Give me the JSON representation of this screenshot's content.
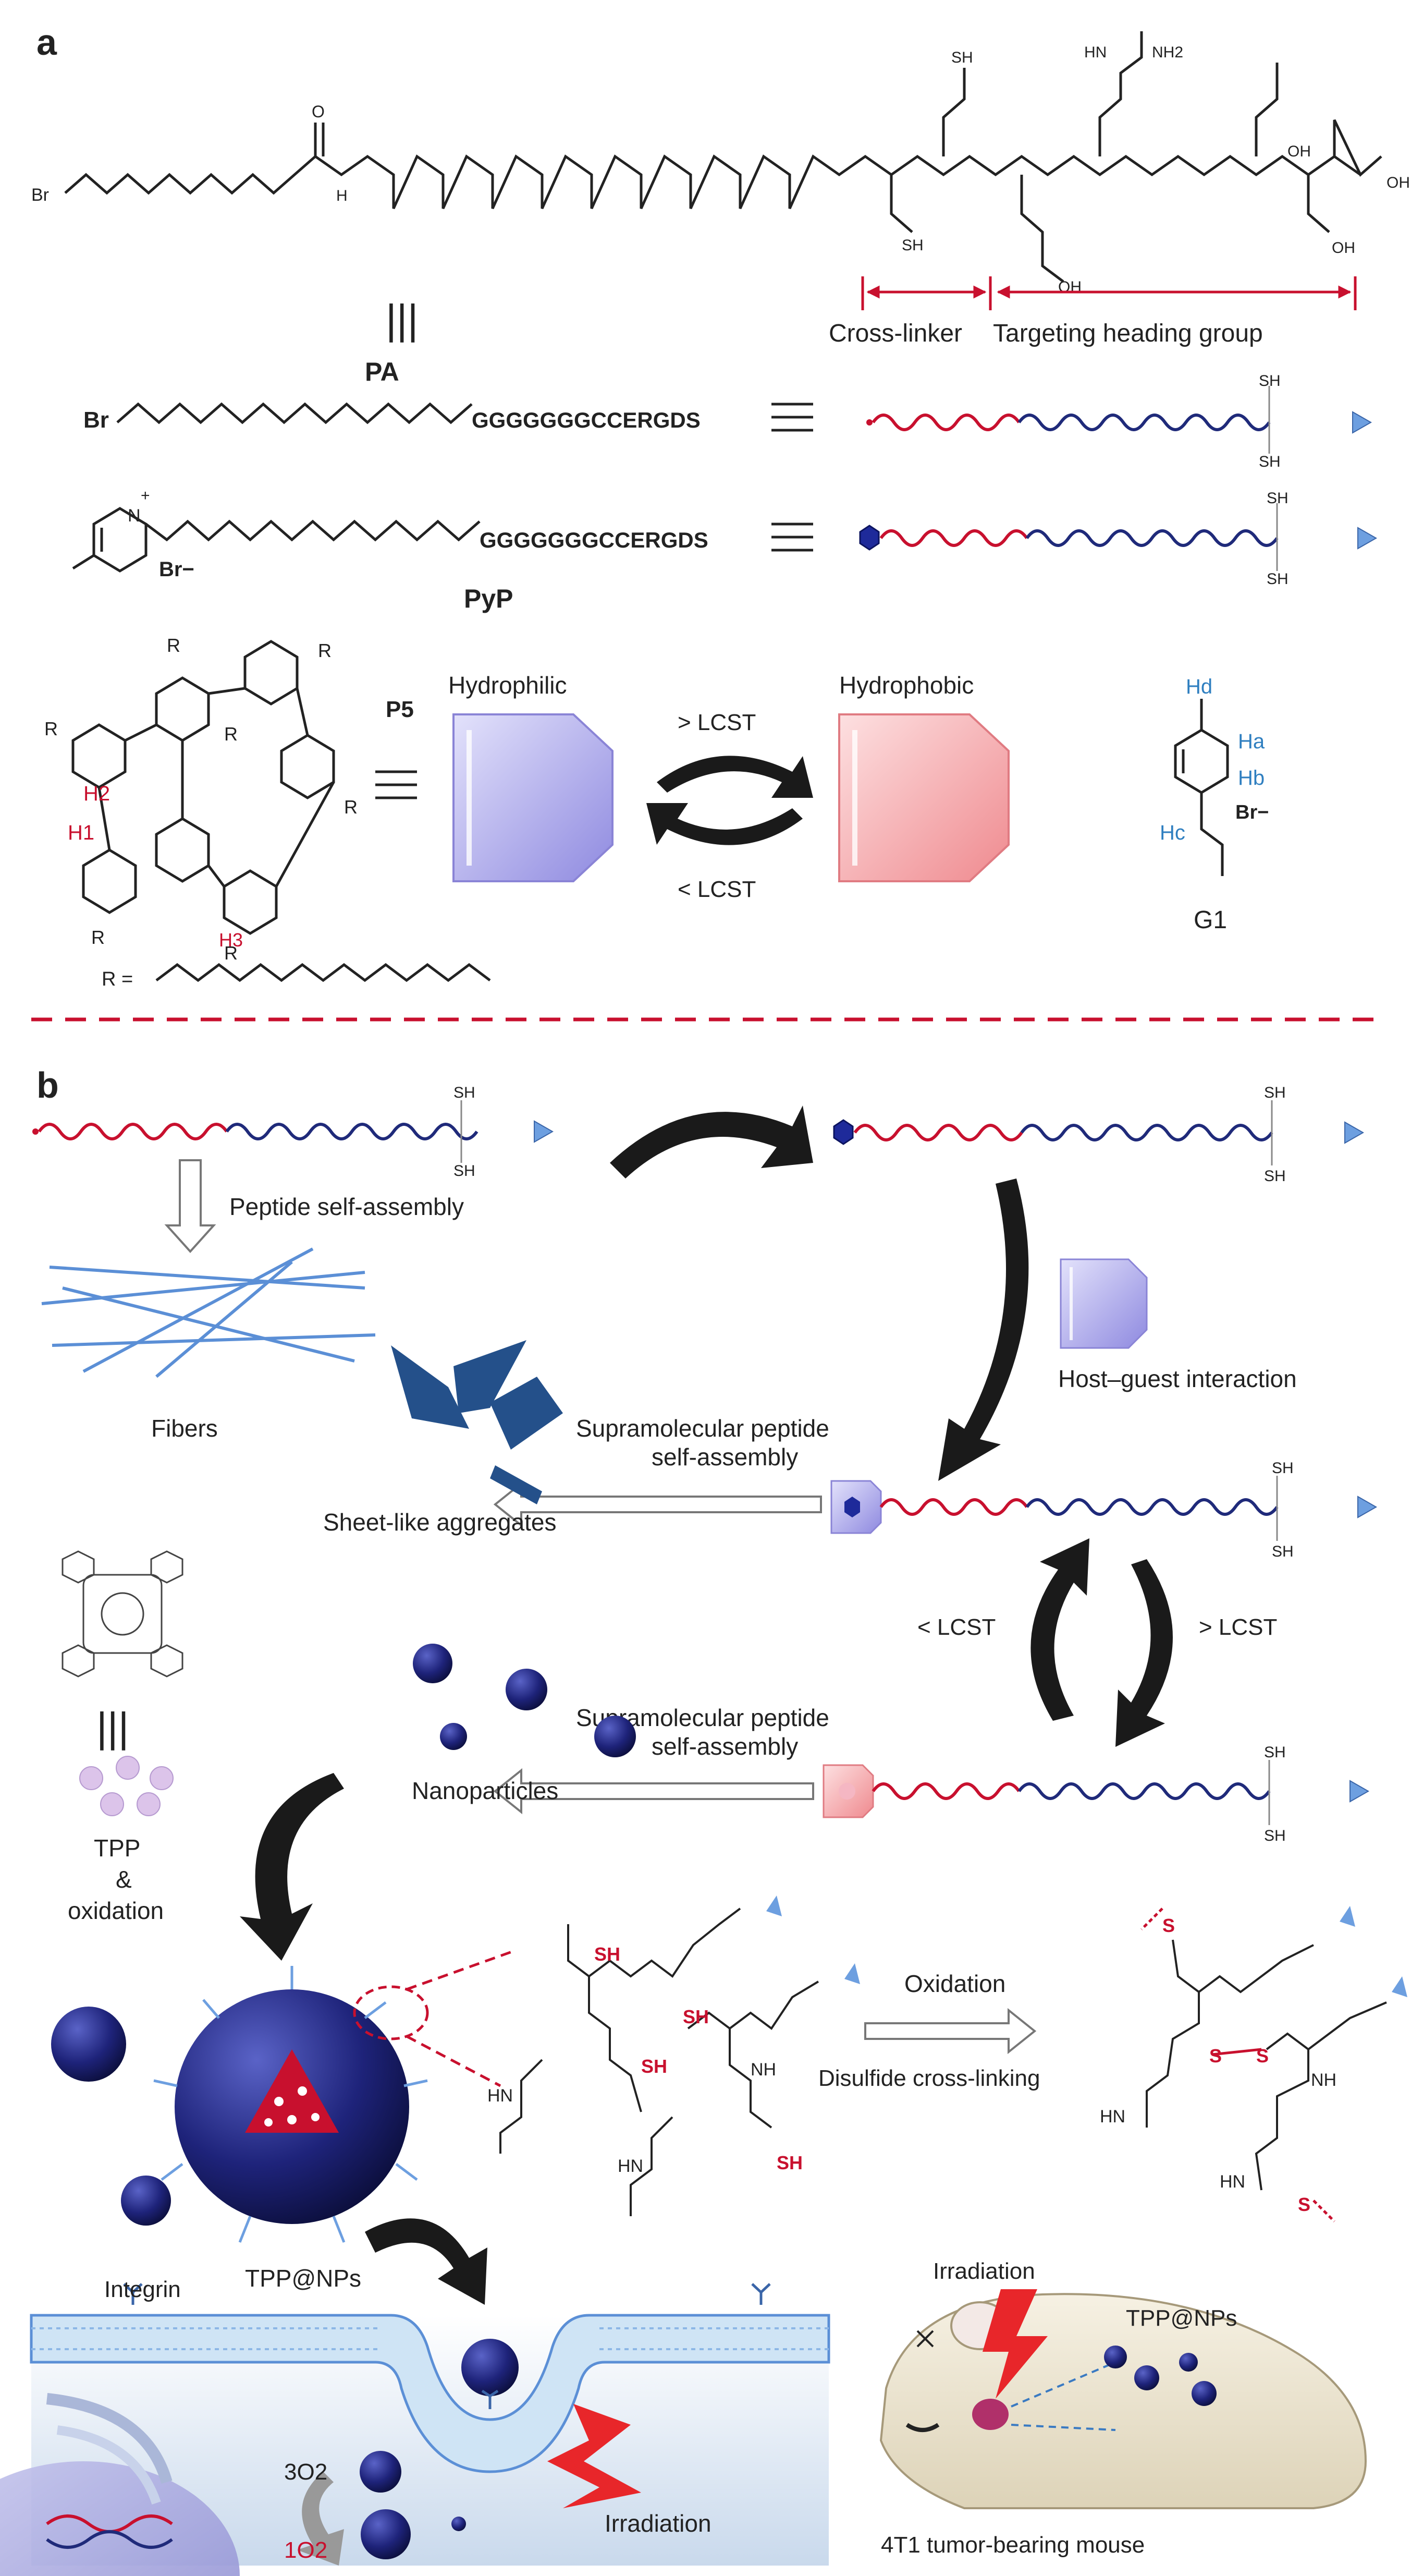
{
  "panel_a": {
    "label": "a",
    "br": "Br",
    "nh": "H",
    "nn": "N",
    "o": "O",
    "sh": "SH",
    "oh": "OH",
    "hn_nh2": "HN",
    "nh2": "NH2",
    "triple_bar": "|||",
    "cross_linker": "Cross-linker",
    "targeting": "Targeting heading group",
    "pa": "PA",
    "pa_br": "Br",
    "pa_seq": "GGGGGGGCCERGDS",
    "pyp_seq": "GGGGGGGCCERGDS",
    "pyp_plus": "+",
    "pyp_n": "N",
    "pyp_br": "Br−",
    "pyp": "PyP",
    "p5": "P5",
    "r": "R",
    "h1": "H1",
    "h2": "H2",
    "h3": "H3",
    "r_eq": "R =",
    "hydrophilic": "Hydrophilic",
    "hydrophobic": "Hydrophobic",
    "gt_lcst": "> LCST",
    "lt_lcst": "< LCST",
    "ha": "Ha",
    "hb": "Hb",
    "hc": "Hc",
    "hd": "Hd",
    "g1_br": "Br−",
    "g1": "G1"
  },
  "panel_b": {
    "label": "b",
    "sh": "SH",
    "peptide_self_assembly": "Peptide self-assembly",
    "fibers": "Fibers",
    "host_guest": "Host–guest interaction",
    "supra_line1": "Supramolecular peptide",
    "supra_line2": "self-assembly",
    "sheet": "Sheet-like aggregates",
    "lt_lcst": "< LCST",
    "gt_lcst": "> LCST",
    "nanoparticles": "Nanoparticles",
    "triple_bar": "|||",
    "tpp": "TPP",
    "amp": "&",
    "oxidation_l": "oxidation",
    "oxidation": "Oxidation",
    "disulfide": "Disulfide cross-linking",
    "s": "S",
    "hn": "HN",
    "nh": "NH",
    "tpp_nps": "TPP@NPs",
    "integrin": "Integrin",
    "irradiation": "Irradiation",
    "o2_3": "3O2",
    "o2_1": "1O2",
    "mouse_irr": "Irradiation",
    "mouse_tpp": "TPP@NPs",
    "mouse": "4T1 tumor-bearing mouse"
  },
  "colors": {
    "red": "#c8102e",
    "blue": "#1f2a7a",
    "hydrophilic": "#a7a3e6",
    "hydrophobic": "#f19a9e",
    "h_blue": "#2f7fc0",
    "arrow_black": "#1a1a1a"
  }
}
